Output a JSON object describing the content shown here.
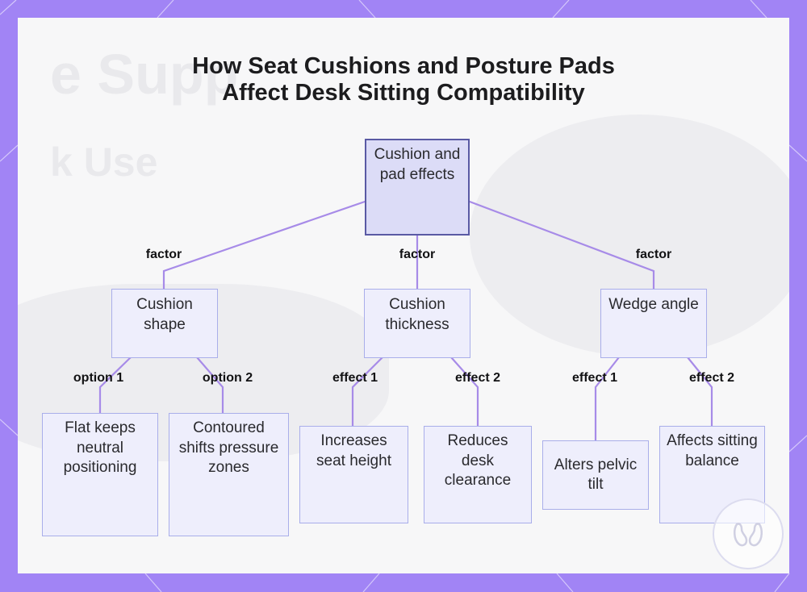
{
  "title": {
    "line1": "How Seat Cushions and Posture Pads",
    "line2": "Affect Desk Sitting Compatibility"
  },
  "root": {
    "label": "Cushion and pad effects"
  },
  "edge_labels": {
    "factor": "factor",
    "option1": "option 1",
    "option2": "option 2",
    "effect1": "effect 1",
    "effect2": "effect 2"
  },
  "factors": [
    {
      "label": "Cushion shape",
      "children": [
        {
          "edge": "option 1",
          "label": "Flat keeps neutral positioning"
        },
        {
          "edge": "option 2",
          "label": "Contoured shifts pressure zones"
        }
      ]
    },
    {
      "label": "Cushion thickness",
      "children": [
        {
          "edge": "effect 1",
          "label": "Increases seat height"
        },
        {
          "edge": "effect 2",
          "label": "Reduces desk clearance"
        }
      ]
    },
    {
      "label": "Wedge angle",
      "children": [
        {
          "edge": "effect 1",
          "label": "Alters pelvic tilt"
        },
        {
          "edge": "effect 2",
          "label": "Affects sitting balance"
        }
      ]
    }
  ],
  "colors": {
    "frame": "#a184f5",
    "connector": "#a78be8",
    "root_fill": "#dcdcf7",
    "root_border": "#5a5aa4",
    "node_fill": "#eeeefc",
    "node_border": "#a9aeea"
  },
  "icons": {
    "badge": "logo-icon"
  }
}
